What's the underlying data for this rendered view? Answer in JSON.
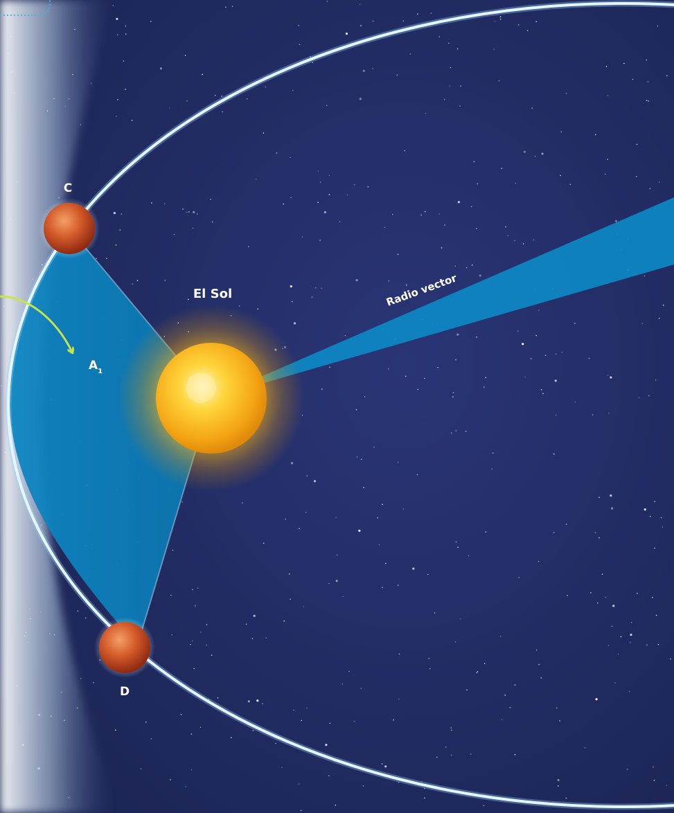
{
  "labels": {
    "planet_c": "C",
    "planet_d": "D",
    "sun": "El Sol",
    "area": "A",
    "area_subscript": "1",
    "radius_vector": "Radio vector"
  },
  "colors": {
    "space": "#232d66",
    "orbit": "#dff3ff",
    "swept_area": "#0d84bf",
    "arrow": "#c9e34a",
    "sun": "#f7b51a",
    "planet": "#c8441e"
  }
}
